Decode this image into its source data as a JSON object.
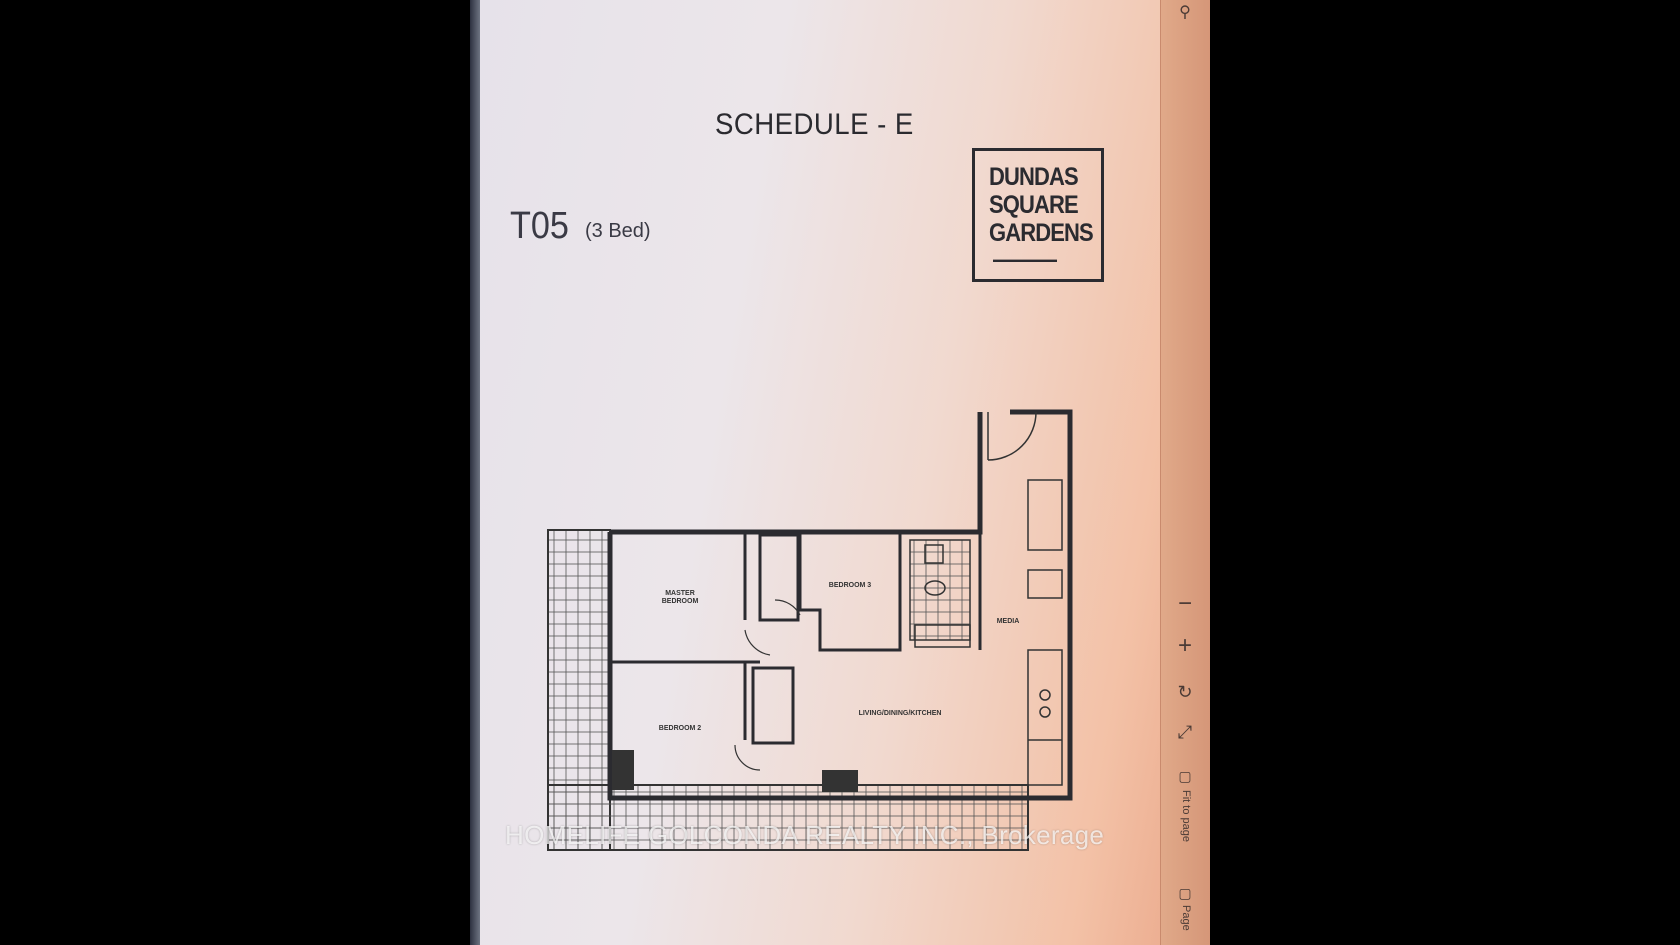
{
  "document": {
    "title": "SCHEDULE - E",
    "unit_code": "T05",
    "unit_bedrooms": "(3 Bed)"
  },
  "logo": {
    "line1": "DUNDAS",
    "line2": "SQUARE",
    "line3": "GARDENS"
  },
  "floorplan": {
    "rooms": {
      "master": "MASTER\nBEDROOM",
      "bedroom3": "BEDROOM 3",
      "bedroom2": "BEDROOM 2",
      "media": "MEDIA",
      "living": "LIVING/DINING/KITCHEN"
    }
  },
  "viewer": {
    "zoom_out": "−",
    "zoom_in": "+",
    "fit_label": "Fit to page",
    "page_label": "Page"
  },
  "watermark": "HOMELIFE GOLCONDA REALTY INC., Brokerage",
  "colors": {
    "ink": "#2b2b30",
    "paper": "#ece6ea",
    "warm_glow": "#f3c1a6"
  }
}
